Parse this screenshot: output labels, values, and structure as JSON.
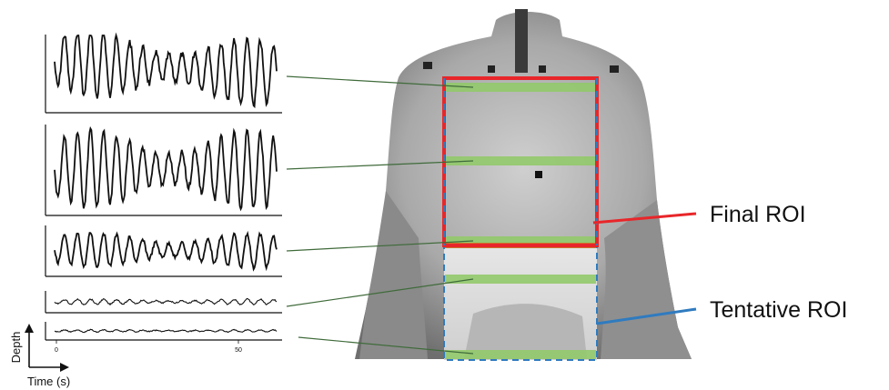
{
  "labels": {
    "final_roi": "Final ROI",
    "tentative_roi": "Tentative ROI",
    "axis_y": "Depth",
    "axis_x": "Time (s)",
    "tick_start": "0",
    "tick_end": "50"
  },
  "colors": {
    "final_roi": "#e8262a",
    "tentative_roi": "#2f7bbf",
    "band_green": "#92c96a",
    "band_orange": "#c8762c",
    "connector": "#3f6b3a",
    "signal": "#111111"
  },
  "signals": [
    {
      "amplitude": 1.0,
      "decay": 0.45,
      "noise": 0.05
    },
    {
      "amplitude": 1.0,
      "decay": 0.05,
      "noise": 0.04
    },
    {
      "amplitude": 0.8,
      "decay": 0.1,
      "noise": 0.05
    },
    {
      "amplitude": 0.28,
      "decay": 0.0,
      "noise": 0.12
    },
    {
      "amplitude": 0.15,
      "decay": 0.0,
      "noise": 0.2
    }
  ]
}
